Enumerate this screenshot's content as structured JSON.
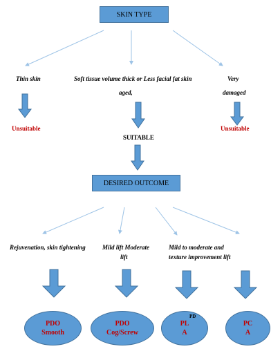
{
  "root": {
    "label": "SKIN TYPE"
  },
  "branches": {
    "thin": {
      "label": "Thin skin",
      "result": "Unsuitable"
    },
    "middle": {
      "line1": "Soft tissue volume thick or Less facial fat skin",
      "line2": "aged,",
      "result": "SUITABLE"
    },
    "very": {
      "line1": "Very",
      "line2": "damaged",
      "result": "Unsuitable"
    }
  },
  "outcome": {
    "label": "DESIRED OUTCOME"
  },
  "outcomes": [
    {
      "line1": "Rejuvenation, skin tightening",
      "line2": ""
    },
    {
      "line1": "Mild lift Moderate",
      "line2": "lift"
    },
    {
      "line1": "Mild to moderate and",
      "line2": "texture improvement lift"
    }
  ],
  "threads": [
    {
      "line1": "PDO",
      "line2": "Smooth"
    },
    {
      "line1": "PDO",
      "line2": "Cog/Screw"
    },
    {
      "superscript": "PD",
      "line1": "PL",
      "line2": "A"
    },
    {
      "line1": "PC",
      "line2": "A"
    }
  ],
  "colors": {
    "box_fill": "#5b9bd5",
    "box_border": "#41719c",
    "unsuitable": "#c00000",
    "connector": "#9dc3e6"
  }
}
